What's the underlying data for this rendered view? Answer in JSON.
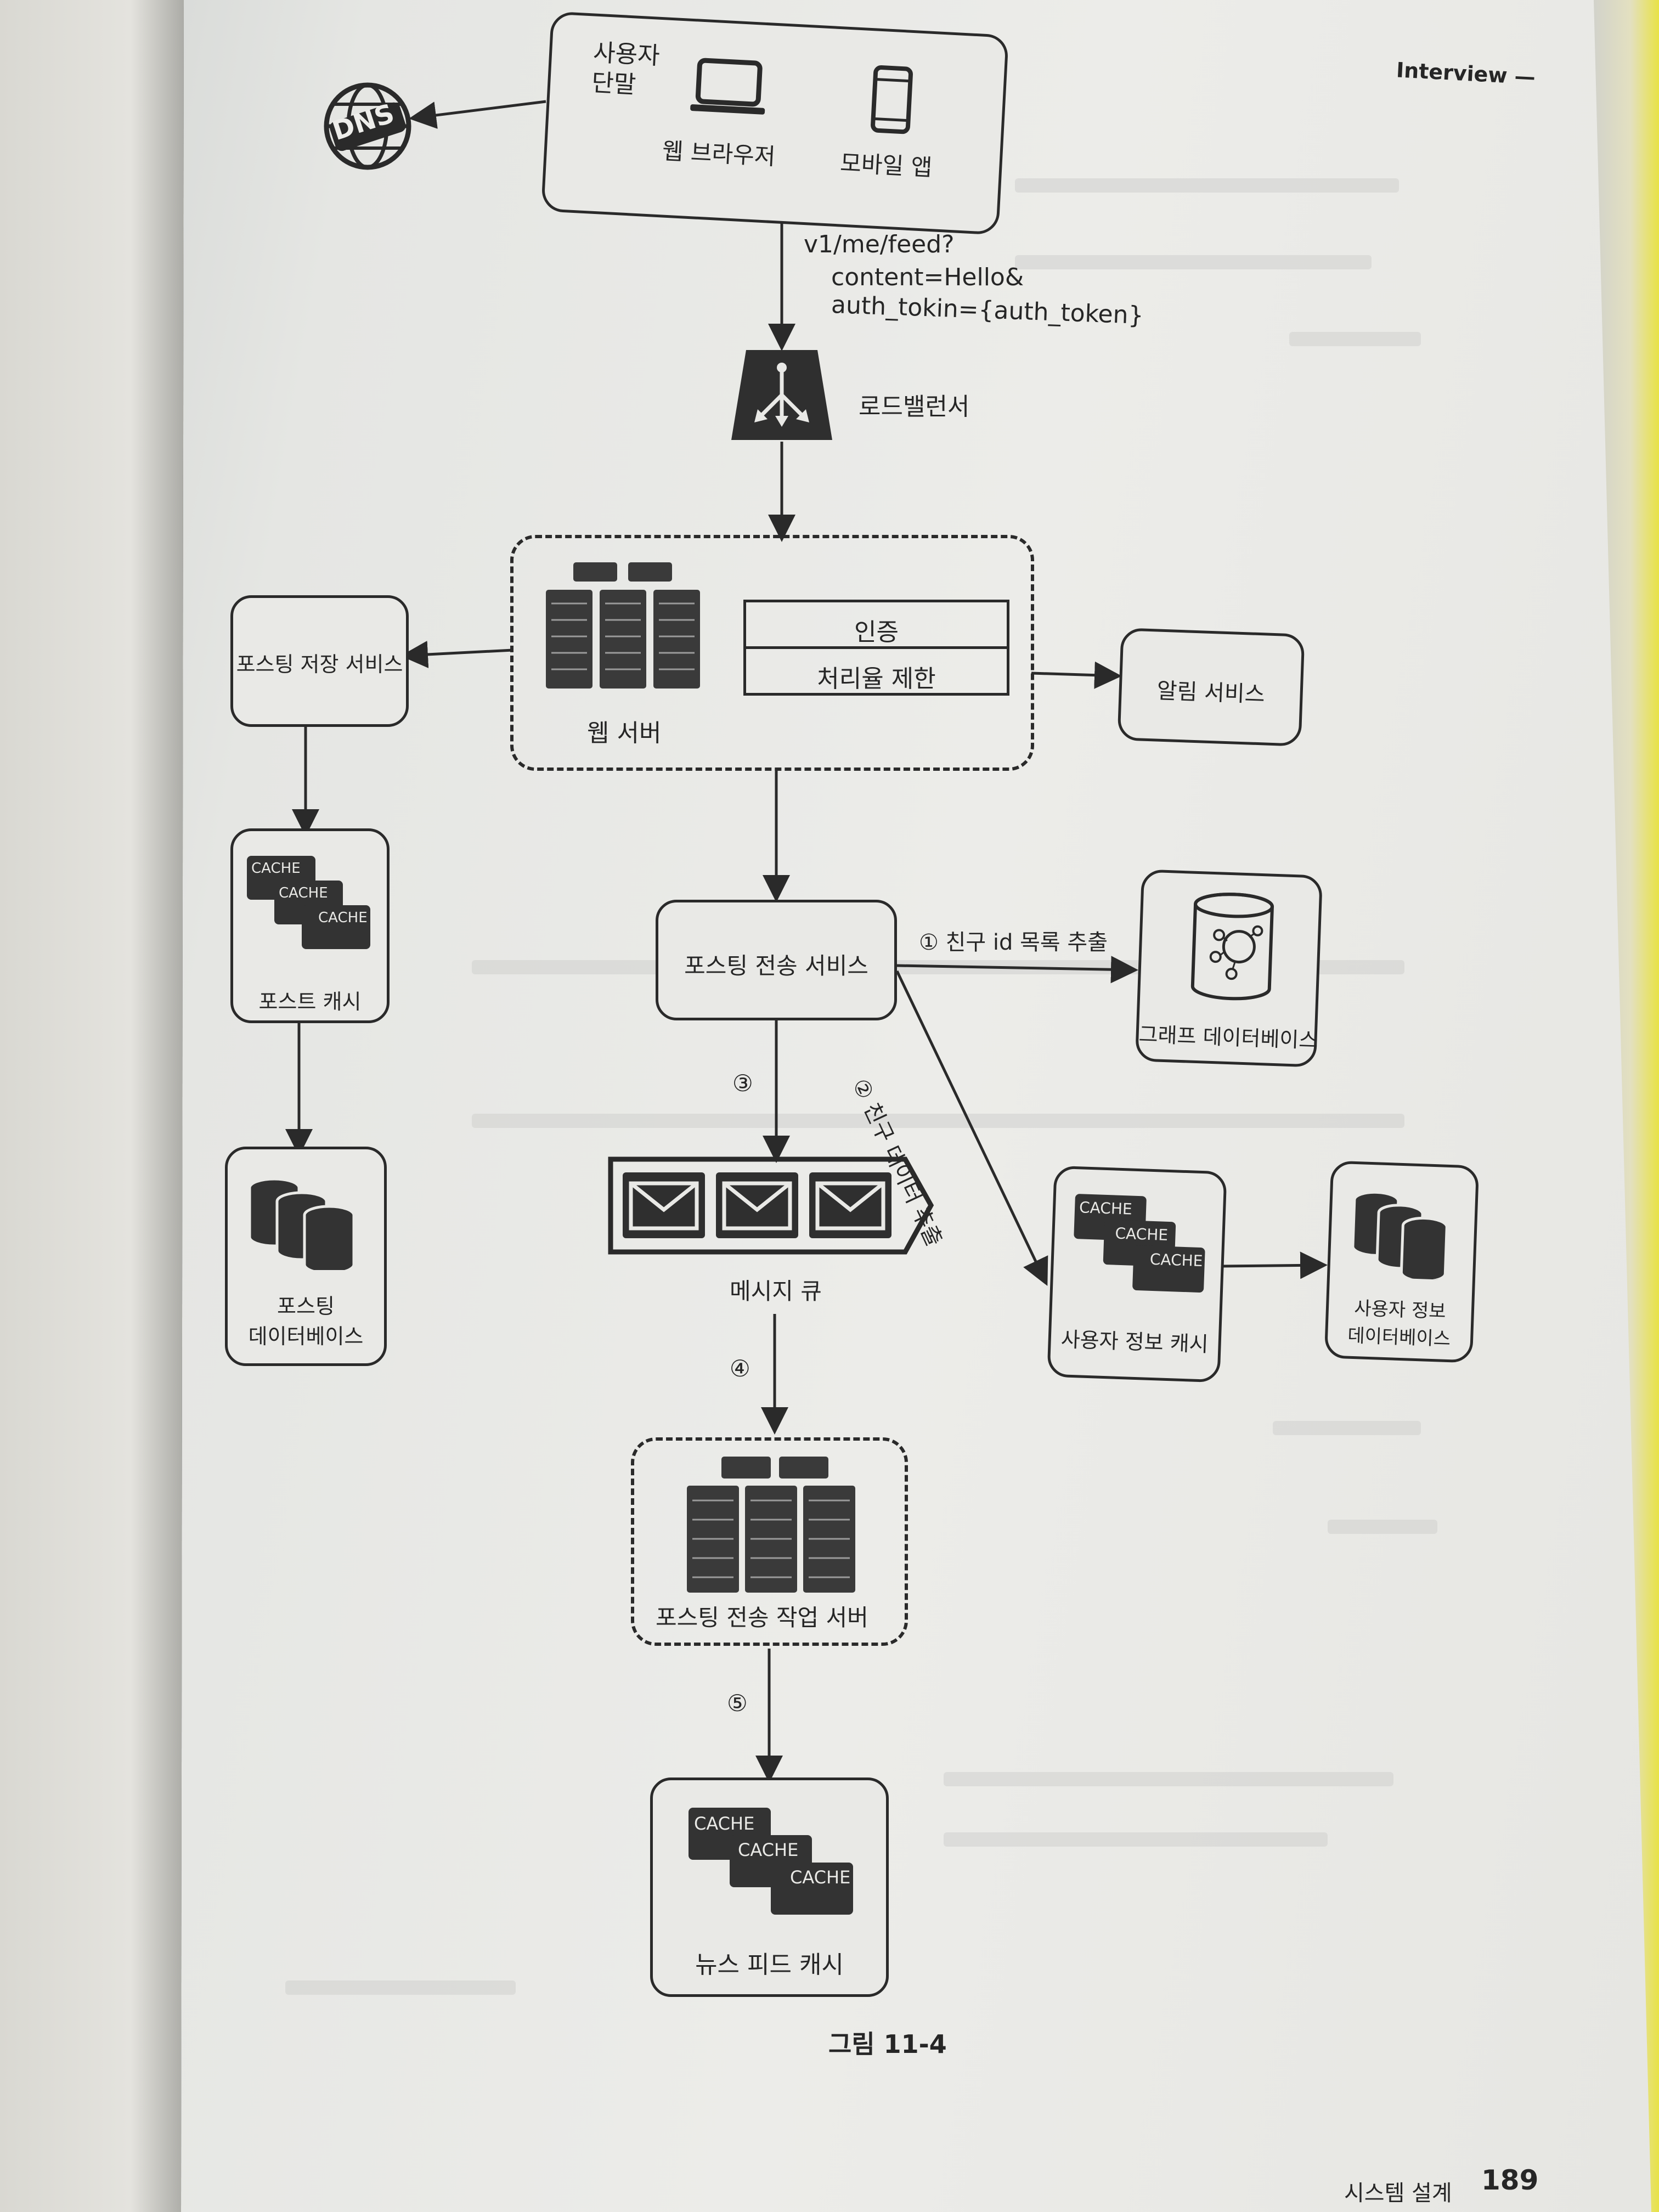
{
  "header": {
    "section": "Interview —"
  },
  "footer": {
    "chapter_fragment": "시스템 설계",
    "page_number": "189"
  },
  "figure": {
    "caption": "그림 11-4",
    "client": {
      "label_line1": "사용자",
      "label_line2": "단말",
      "browser": "웹 브라우저",
      "mobile": "모바일 앱"
    },
    "dns": "DNS",
    "request": {
      "line1": "v1/me/feed?",
      "line2": "content=Hello&",
      "line3": "auth_tokin={auth_token}"
    },
    "load_balancer": "로드밸런서",
    "web_server": {
      "label": "웹 서버",
      "auth": "인증",
      "rate_limit": "처리율 제한"
    },
    "post_storage_service": "포스팅 저장 서비스",
    "notification_service": "알림 서비스",
    "post_cache": "포스트 캐시",
    "post_db": {
      "line1": "포스팅",
      "line2": "데이터베이스"
    },
    "fanout_service": "포스팅 전송 서비스",
    "graph_db": "그래프 데이터베이스",
    "step1": "① 친구 id 목록 추출",
    "step2": "② 친구 데이터 추출",
    "step3": "③",
    "step4": "④",
    "step5": "⑤",
    "message_queue": "메시지 큐",
    "user_cache": "사용자 정보 캐시",
    "user_db": {
      "line1": "사용자 정보",
      "line2": "데이터베이스"
    },
    "fanout_workers": "포스팅 전송 작업 서버",
    "news_feed_cache": "뉴스 피드 캐시",
    "cache_word": "CACHE"
  }
}
